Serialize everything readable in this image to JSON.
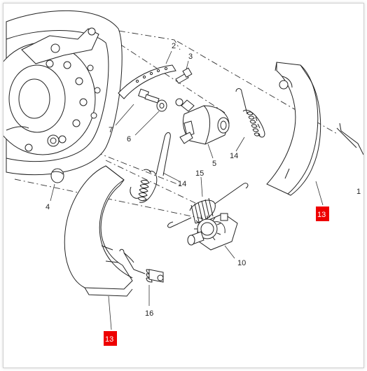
{
  "colors": {
    "line": "#222222",
    "highlight": "#ee0000",
    "background": "#ffffff"
  },
  "labels": {
    "p1": "1",
    "p2": "2",
    "p3": "3",
    "p4": "4",
    "p5": "5",
    "p6": "6",
    "p7": "7",
    "p10": "10",
    "p14a": "14",
    "p14b": "14",
    "p15": "15",
    "p16": "16",
    "p13a": "13",
    "p13b": "13"
  }
}
